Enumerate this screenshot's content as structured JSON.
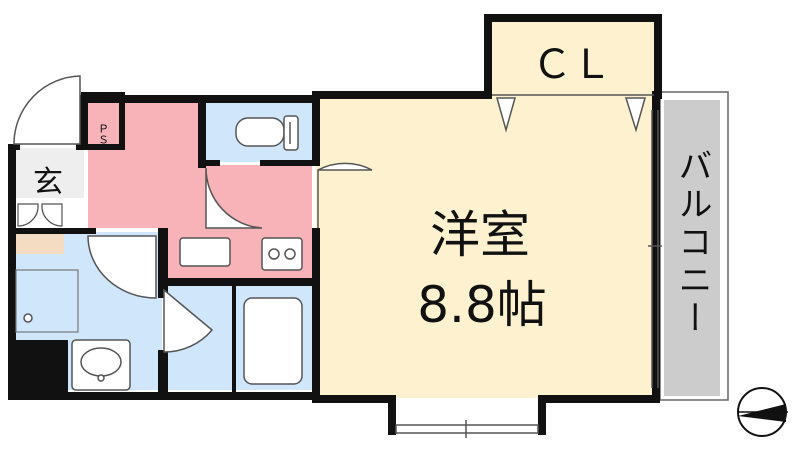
{
  "rooms": {
    "western_room": {
      "name": "洋室",
      "size": "8.8帖"
    },
    "closet": "ＣＬ",
    "balcony": "バルコニー",
    "entrance": "玄",
    "pipe_space": "ＰＳ"
  },
  "colors": {
    "wall": "#111111",
    "western_room": "#fdf1cf",
    "closet": "#fdf1cf",
    "kitchen": "#f7b3b8",
    "wet_area": "#cfe6fb",
    "balcony": "#cccccc",
    "entrance": "#eeeeee",
    "shoe_shelf": "#f3dcc2",
    "outline": "#555555"
  },
  "icons": [
    "north-arrow-icon",
    "toilet-icon",
    "stove-icon",
    "sink-icon",
    "washbasin-icon",
    "bathtub-icon"
  ]
}
